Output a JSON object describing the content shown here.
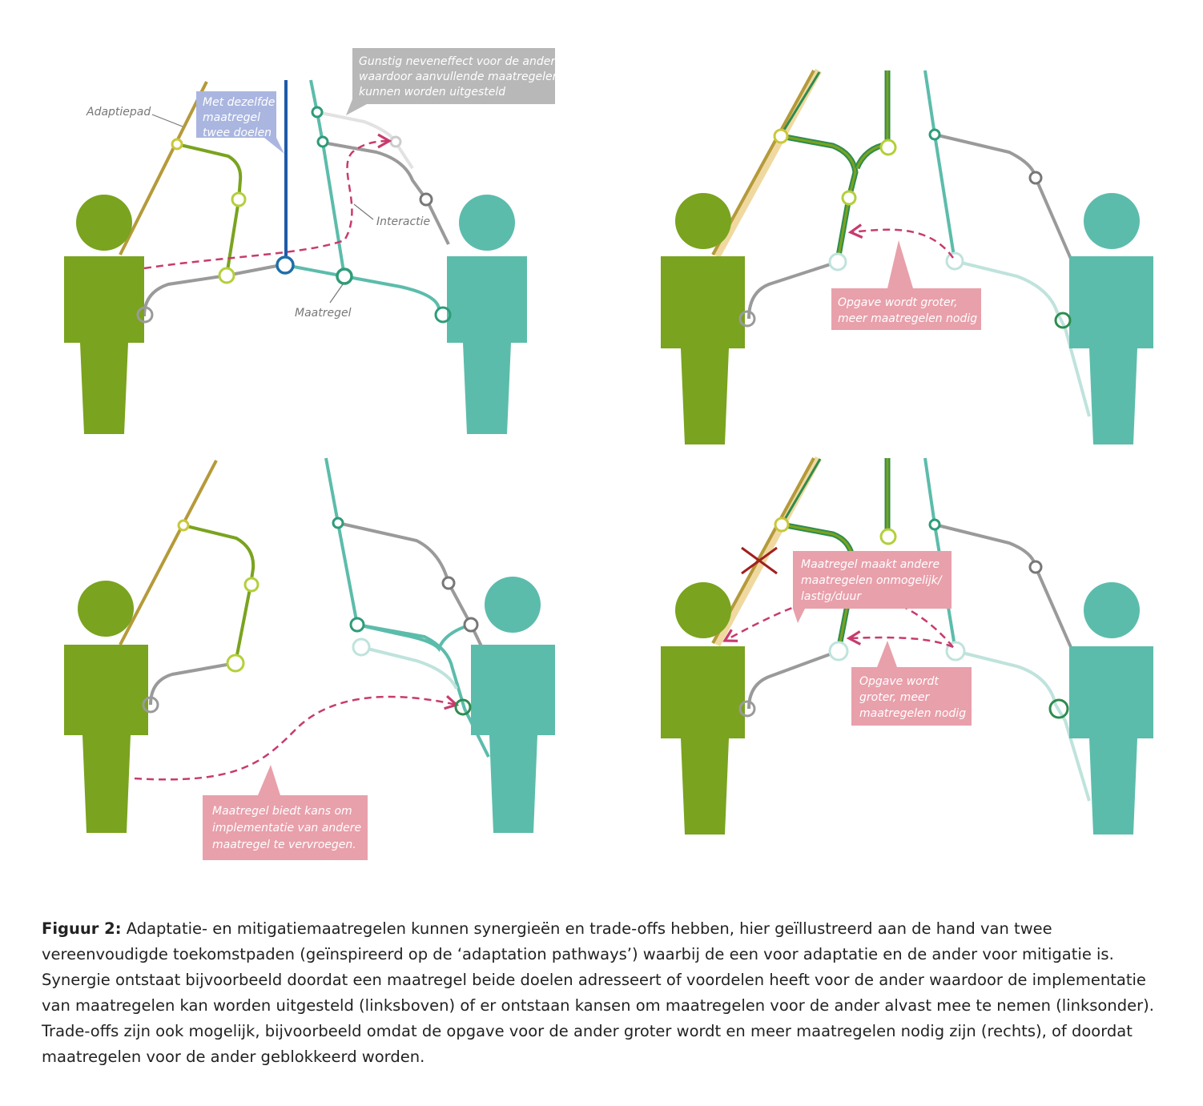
{
  "figure": {
    "colors": {
      "adaptation_green": "#7aa31f",
      "mitigation_teal": "#5cbcab",
      "path_olive": "#b59a3a",
      "path_gray": "#9a9a9a",
      "double_goal_blue": "#1e5aa8",
      "pink_box": "#e8a0ab",
      "pink_dash": "#c83b6e",
      "gray_box": "#b8b8b8",
      "blue_box": "#aab6e0",
      "cross_red": "#a02020"
    },
    "panel_top_left": {
      "label_adaptiepad": "Adaptiepad",
      "label_maatregel": "Maatregel",
      "label_interactie": "Interactie",
      "box_blue": [
        "Met dezelfde",
        "maatregel",
        "twee doelen"
      ],
      "box_gray": [
        "Gunstig neveneffect voor de ander",
        "waardoor aanvullende maatregelen",
        "kunnen worden uitgesteld"
      ]
    },
    "panel_top_right": {
      "box_pink": [
        "Opgave wordt groter,",
        "meer maatregelen nodig"
      ]
    },
    "panel_bottom_left": {
      "box_pink": [
        "Maatregel biedt kans om",
        "implementatie van andere",
        "maatregel te vervroegen."
      ]
    },
    "panel_bottom_right": {
      "box_pink_1": [
        "Maatregel maakt andere",
        "maatregelen onmogelijk/",
        "lastig/duur"
      ],
      "box_pink_2": [
        "Opgave wordt",
        "groter, meer",
        "maatregelen nodig"
      ]
    }
  },
  "caption": {
    "label": "Figuur 2:",
    "text": " Adaptatie- en mitigatiemaatregelen kunnen synergieën en trade-offs hebben, hier geïllustreerd aan de hand van twee vereenvoudigde toekomstpaden (geïnspireerd op de ‘adaptation pathways’) waarbij de een voor adaptatie en de ander voor mitigatie is. Synergie ontstaat bijvoorbeeld doordat een maatregel beide doelen adresseert of voordelen heeft voor de ander waardoor de implementatie van maatregelen kan worden uitgesteld (linksboven) of er ontstaan kansen om maatregelen voor de ander alvast mee te nemen (linksonder). Trade-offs zijn ook mogelijk, bijvoorbeeld omdat de opgave voor de ander groter wordt en meer maatregelen nodig zijn (rechts), of doordat maatregelen voor de ander geblokkeerd worden."
  }
}
